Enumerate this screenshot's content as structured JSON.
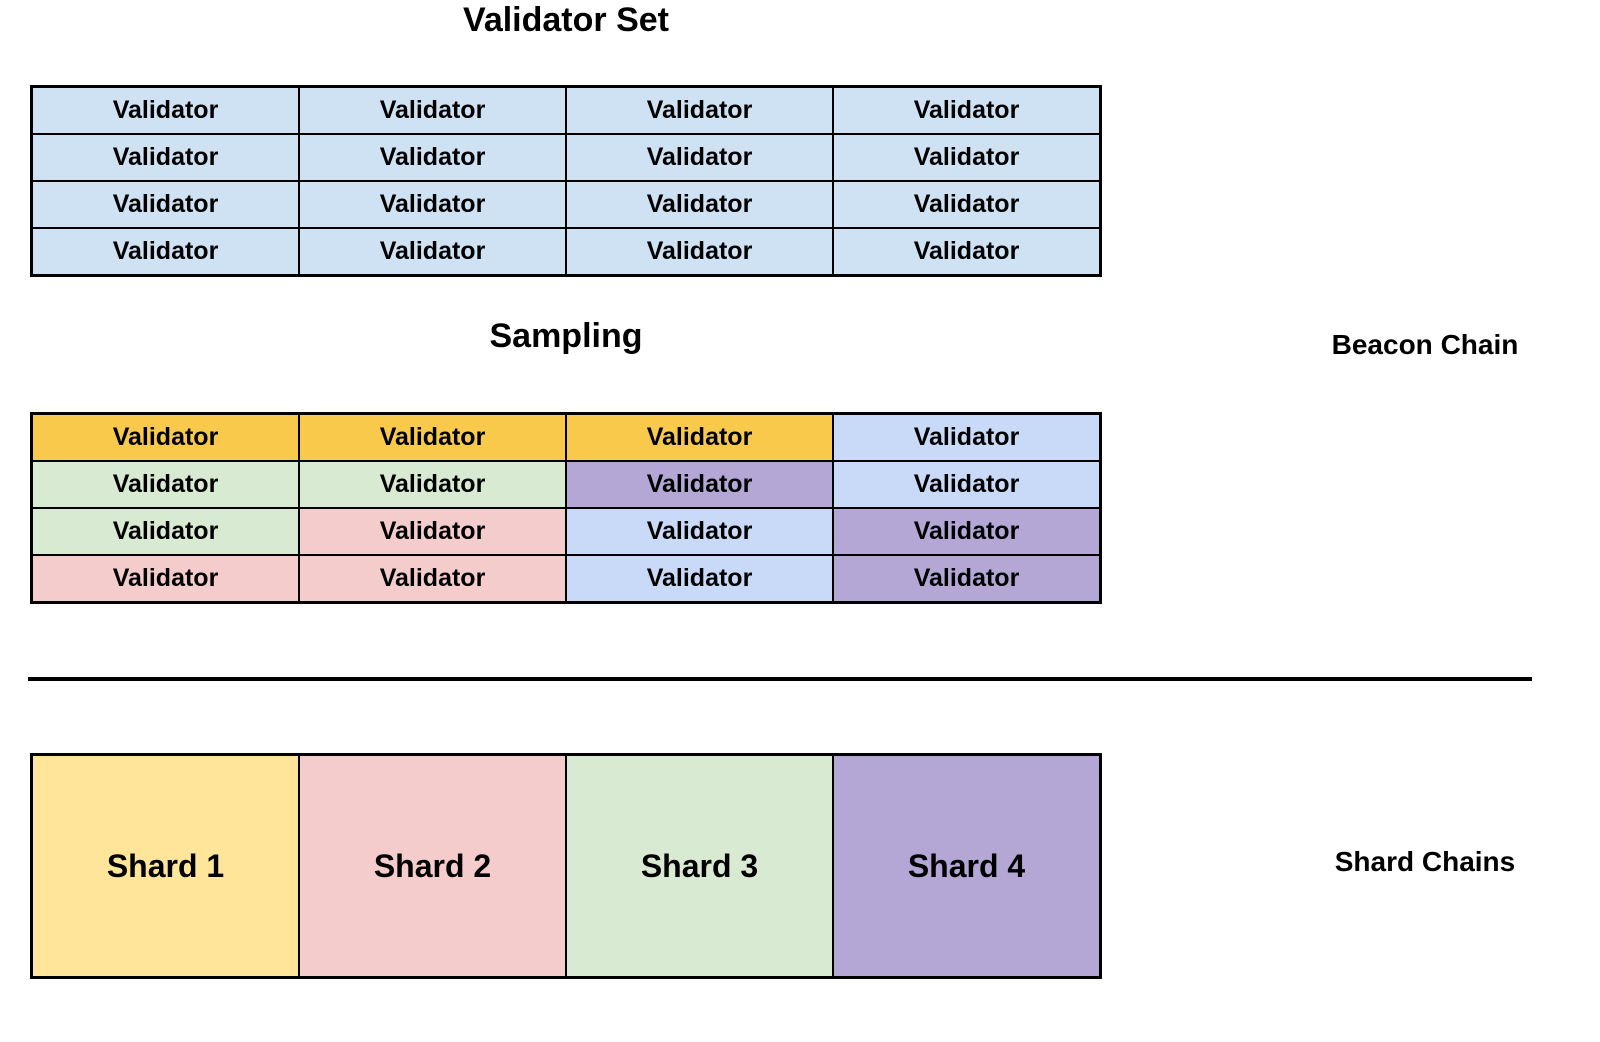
{
  "labels": {
    "validator_set_title": "Validator Set",
    "sampling_title": "Sampling",
    "beacon_chain": "Beacon Chain",
    "shard_chains": "Shard Chains"
  },
  "colors": {
    "validator_blue": "#cfe2f3",
    "yellow": "#f8c94a",
    "green": "#d9ead3",
    "pink": "#f4cccc",
    "purple": "#b4a7d6",
    "blue": "#c9daf8",
    "shard_yellow": "#ffe599",
    "border": "#000000"
  },
  "validator_set": {
    "rows": [
      [
        "Validator",
        "Validator",
        "Validator",
        "Validator"
      ],
      [
        "Validator",
        "Validator",
        "Validator",
        "Validator"
      ],
      [
        "Validator",
        "Validator",
        "Validator",
        "Validator"
      ],
      [
        "Validator",
        "Validator",
        "Validator",
        "Validator"
      ]
    ]
  },
  "sampling": {
    "rows": [
      [
        {
          "label": "Validator",
          "bg": "yellow"
        },
        {
          "label": "Validator",
          "bg": "yellow"
        },
        {
          "label": "Validator",
          "bg": "yellow"
        },
        {
          "label": "Validator",
          "bg": "blue"
        }
      ],
      [
        {
          "label": "Validator",
          "bg": "green"
        },
        {
          "label": "Validator",
          "bg": "green"
        },
        {
          "label": "Validator",
          "bg": "purple"
        },
        {
          "label": "Validator",
          "bg": "blue"
        }
      ],
      [
        {
          "label": "Validator",
          "bg": "green"
        },
        {
          "label": "Validator",
          "bg": "pink"
        },
        {
          "label": "Validator",
          "bg": "blue"
        },
        {
          "label": "Validator",
          "bg": "purple"
        }
      ],
      [
        {
          "label": "Validator",
          "bg": "pink"
        },
        {
          "label": "Validator",
          "bg": "pink"
        },
        {
          "label": "Validator",
          "bg": "blue"
        },
        {
          "label": "Validator",
          "bg": "purple"
        }
      ]
    ]
  },
  "shards": [
    {
      "label": "Shard 1",
      "bg": "shard_yellow"
    },
    {
      "label": "Shard 2",
      "bg": "pink"
    },
    {
      "label": "Shard 3",
      "bg": "green"
    },
    {
      "label": "Shard 4",
      "bg": "purple"
    }
  ]
}
